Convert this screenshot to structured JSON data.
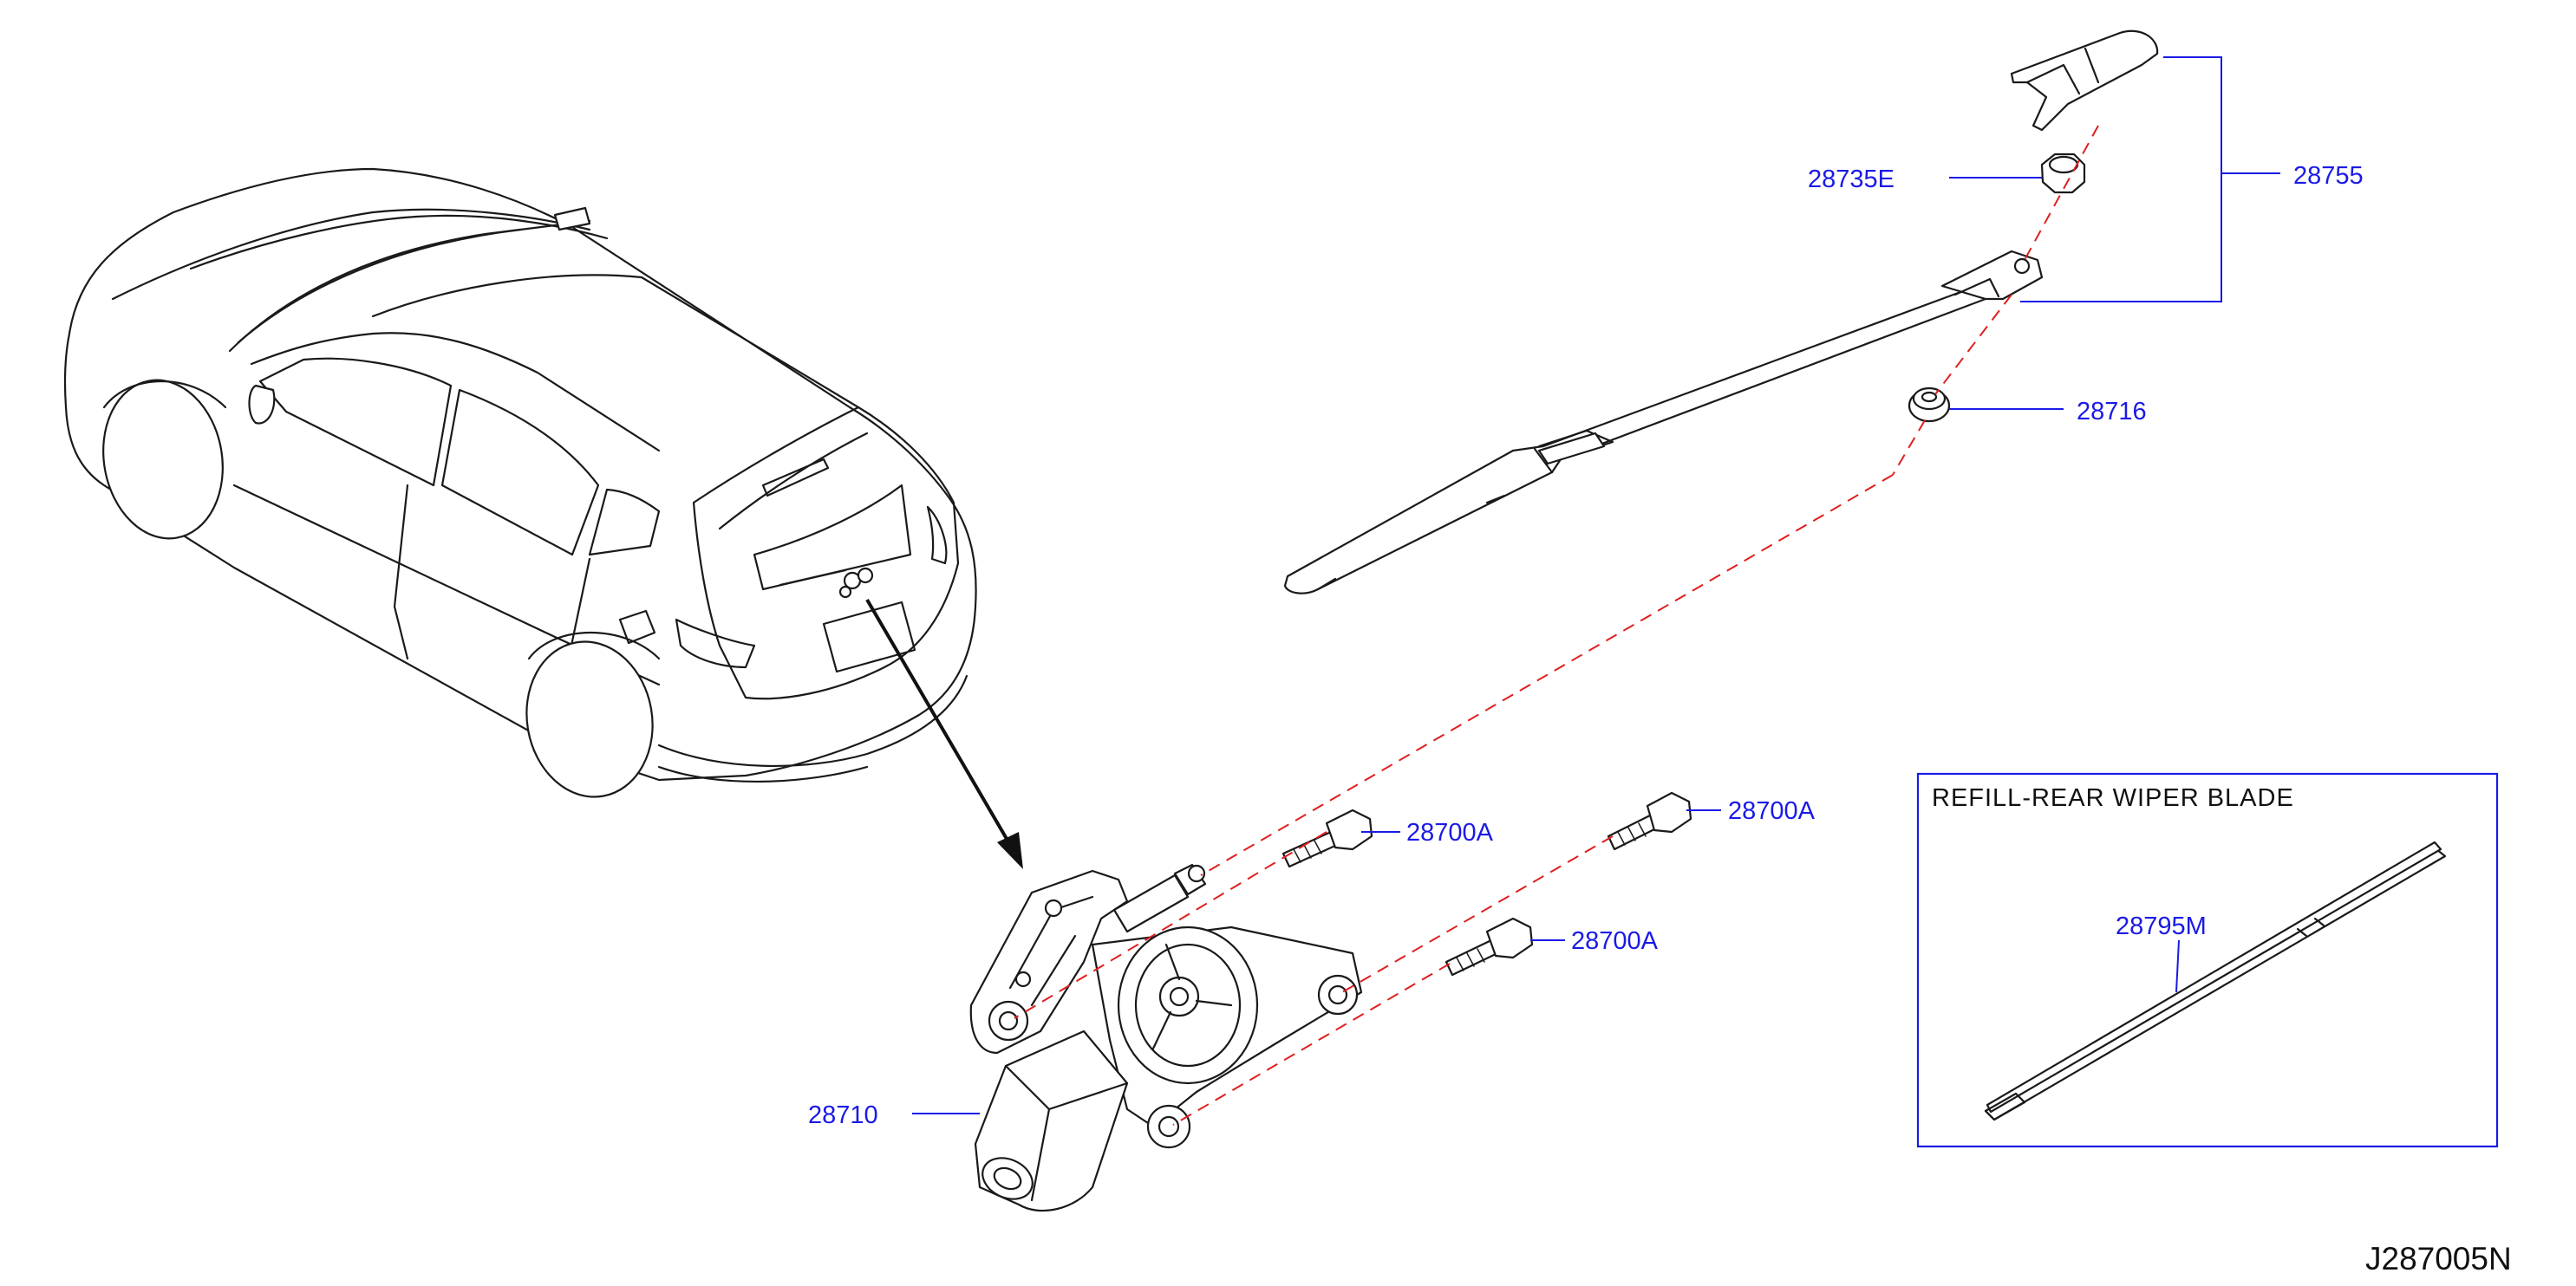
{
  "diagram": {
    "diagram_code": "J287005N",
    "inset": {
      "title": "REFILL-REAR  WIPER  BLADE"
    },
    "parts": [
      {
        "id": "p28735E",
        "label": "28735E",
        "depicts": "arm cap nut"
      },
      {
        "id": "p28755",
        "label": "28755",
        "depicts": "rear wiper arm assembly"
      },
      {
        "id": "p28716",
        "label": "28716",
        "depicts": "grommet"
      },
      {
        "id": "p28700A_1",
        "label": "28700A",
        "depicts": "bolt"
      },
      {
        "id": "p28700A_2",
        "label": "28700A",
        "depicts": "bolt"
      },
      {
        "id": "p28700A_3",
        "label": "28700A",
        "depicts": "bolt"
      },
      {
        "id": "p28710",
        "label": "28710",
        "depicts": "rear wiper motor"
      },
      {
        "id": "p28795M",
        "label": "28795M",
        "depicts": "wiper blade refill"
      }
    ],
    "colors": {
      "label": "#1a1ae6",
      "leader": "#1a1ae6",
      "exploded_line": "#e01e1e",
      "linework": "#1a1a1a"
    }
  }
}
